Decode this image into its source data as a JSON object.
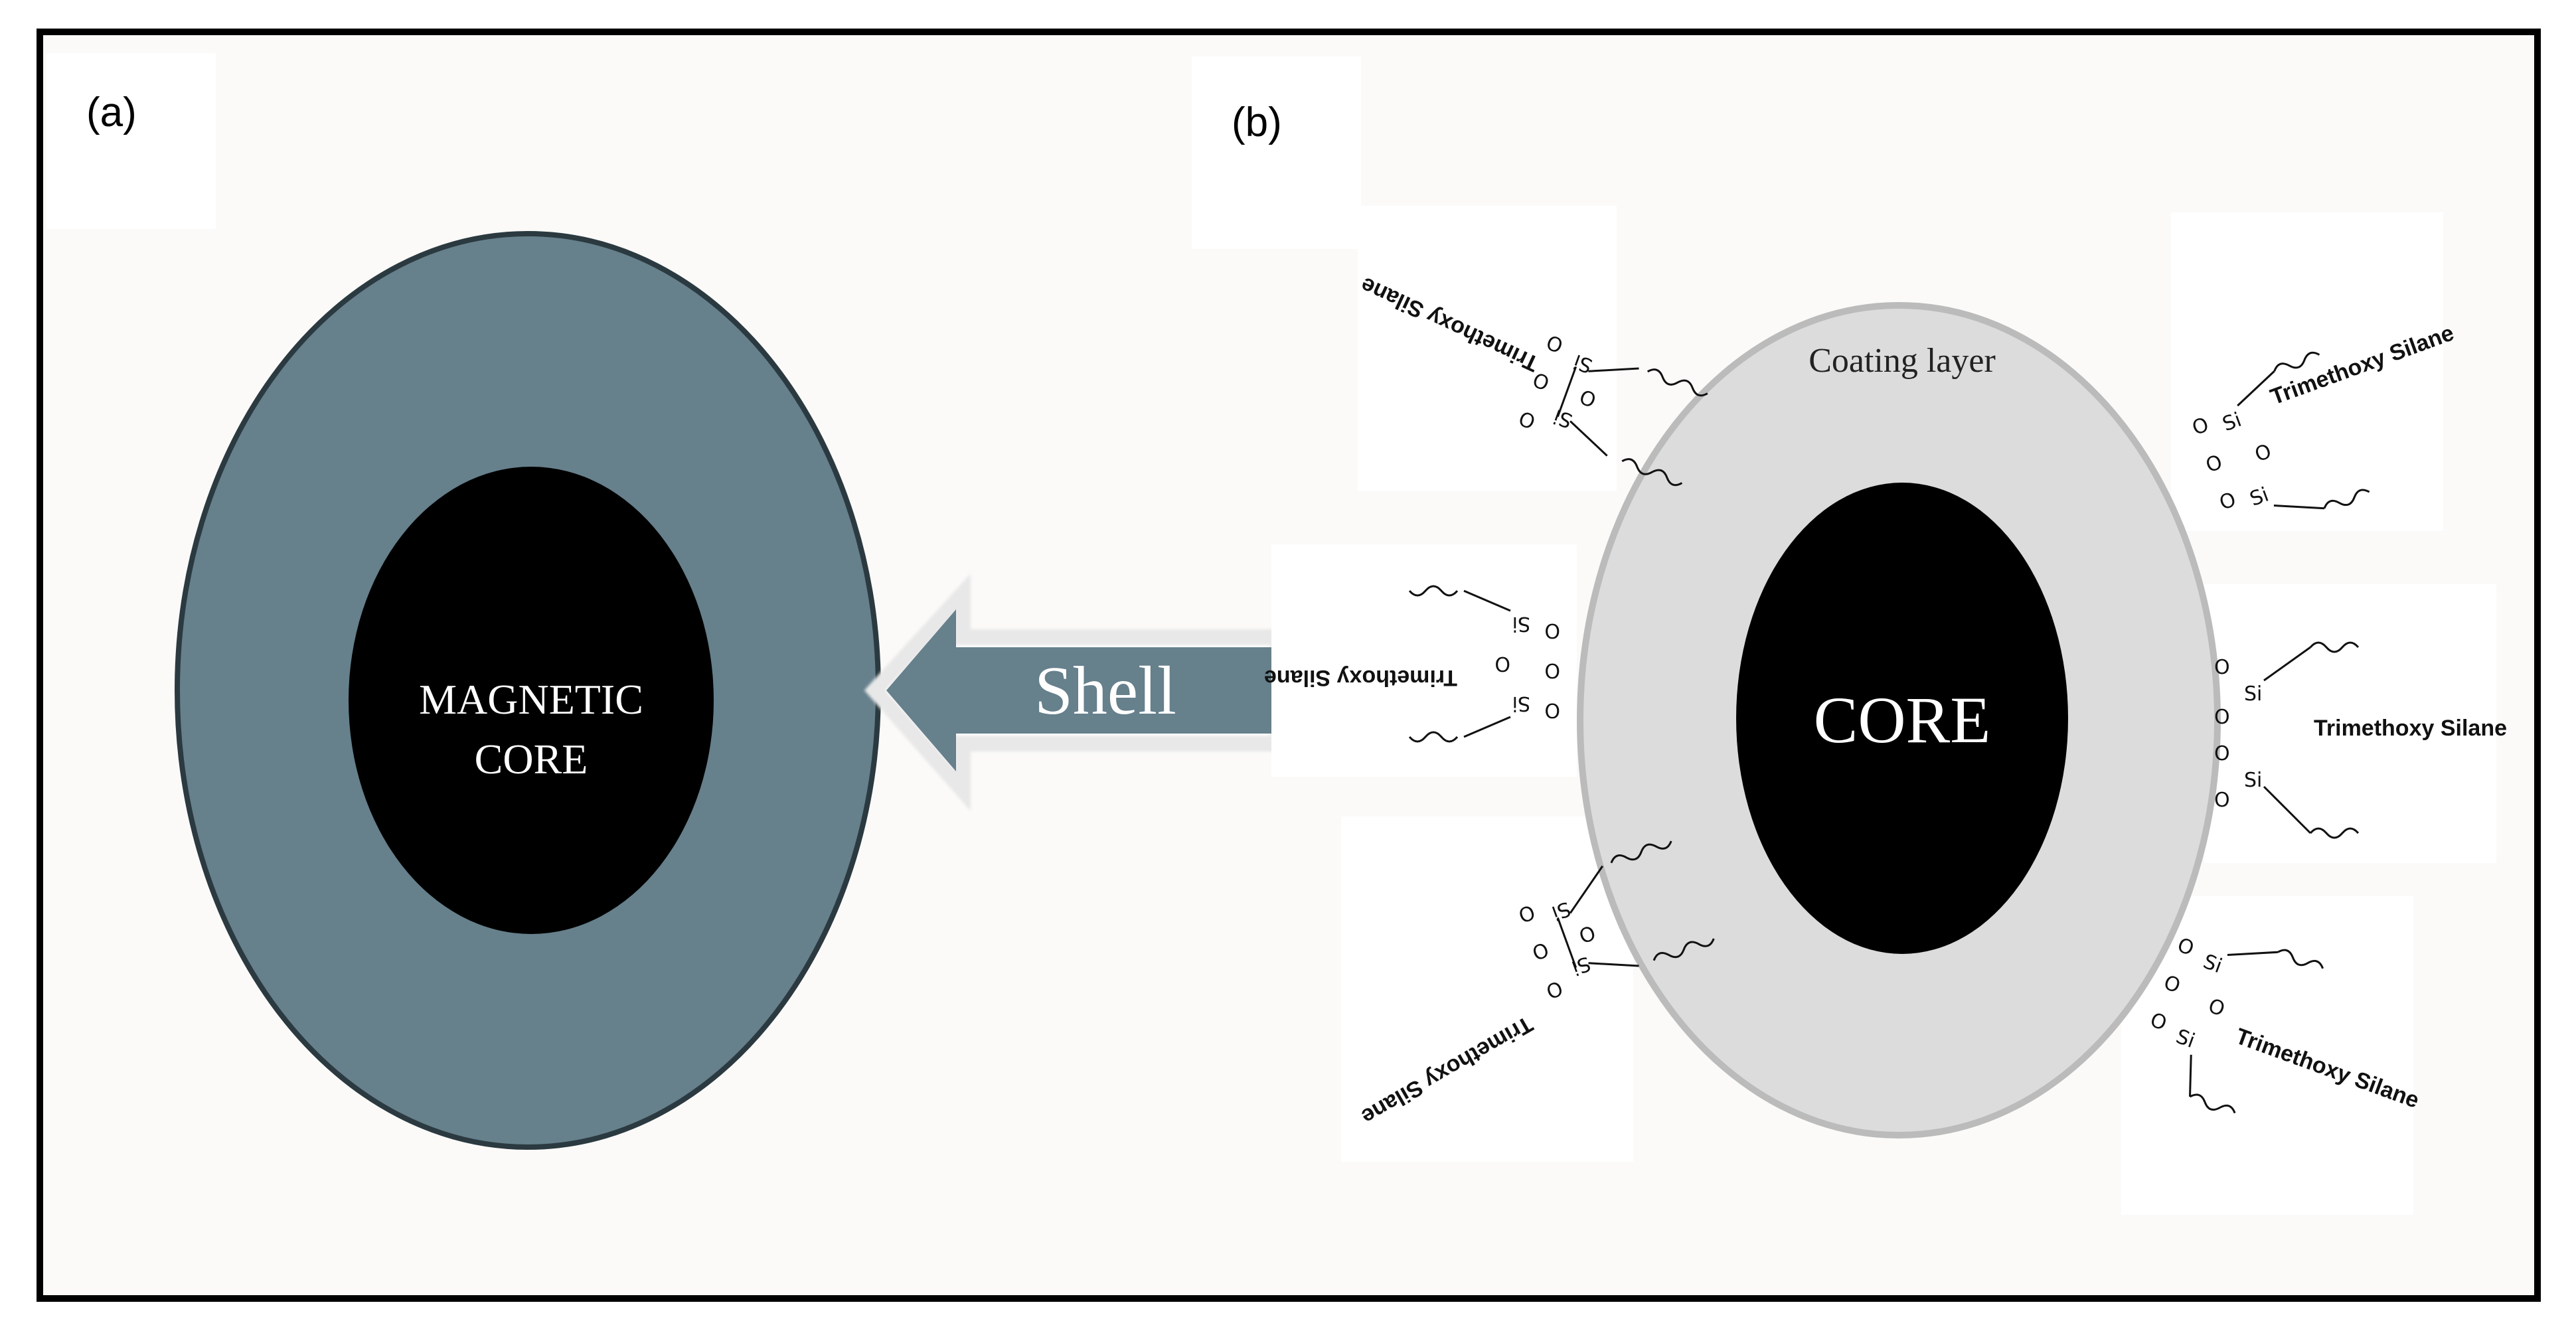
{
  "panel_a": {
    "label": "(a)",
    "core_label_line1": "MAGNETIC",
    "core_label_line2": "CORE",
    "arrow_label": "Shell"
  },
  "panel_b": {
    "label": "(b)",
    "coating_label": "Coating layer",
    "core_label": "CORE",
    "silane_label": "Trimethoxy Silane",
    "atom_si": "Si",
    "atom_o": "O"
  },
  "colors": {
    "shell": "#66808c",
    "core": "#000000",
    "coating": "#dcdcdc",
    "background": "#fbfaf8",
    "border": "#000000"
  }
}
